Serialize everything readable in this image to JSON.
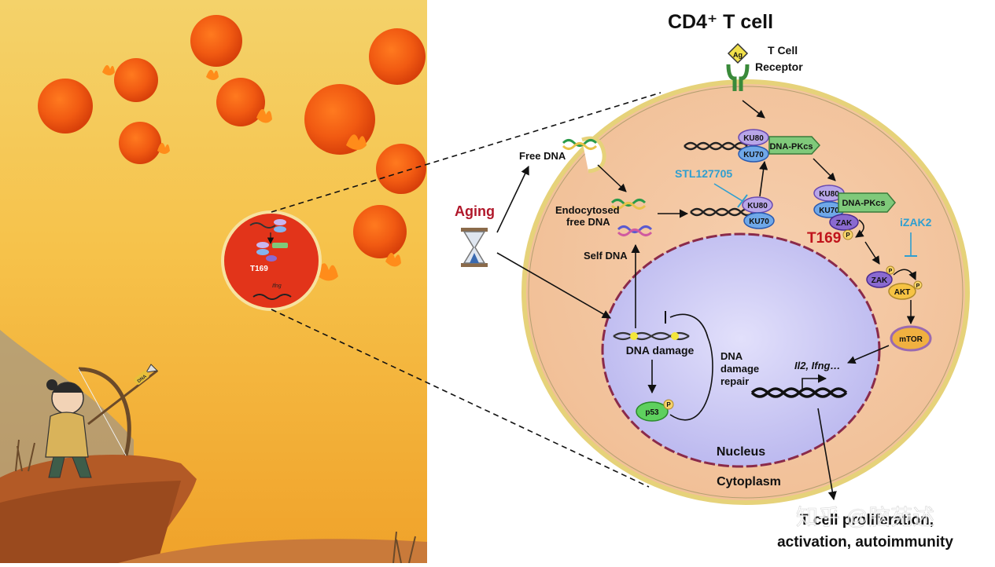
{
  "title": "CD4⁺ T cell",
  "receptor": {
    "ag_label": "Ag",
    "line1": "T Cell",
    "line2": "Receptor"
  },
  "aging_label": "Aging",
  "free_dna": "Free DNA",
  "endocytosed_line1": "Endocytosed",
  "endocytosed_line2": "free DNA",
  "self_dna": "Self DNA",
  "stl_inhibitor": "STL127705",
  "izak2_inhibitor": "iZAK2",
  "proteins": {
    "ku80": "KU80",
    "ku70": "KU70",
    "dnapkcs": "DNA-PKcs",
    "zak": "ZAK",
    "akt": "AKT",
    "mtor": "mTOR",
    "p53": "p53",
    "phospho": "P"
  },
  "t169": "T169",
  "dna_damage": "DNA damage",
  "repair_line1": "DNA",
  "repair_line2": "damage",
  "repair_line3": "repair",
  "genes": "Il2, Ifng…",
  "nucleus": "Nucleus",
  "cytoplasm": "Cytoplasm",
  "outcome_line1": "T cell proliferation,",
  "outcome_line2": "activation, autoimmunity",
  "watermark": "知乎 @脑苑述",
  "illustration": {
    "mini_t169": "T169",
    "mini_ifng": "Ifng",
    "arrow_tag": "DNA"
  },
  "colors": {
    "aging_red": "#b0172a",
    "t169_red": "#c0141c",
    "inhibitor_blue": "#2f9fd0",
    "cell_fill": "#f4c7a2",
    "nucleus_fill": "#cfcdf5",
    "ku80_fill": "#b8a6e8",
    "ku70_fill": "#6fa8e8",
    "dnapkcs_fill": "#7fc97a",
    "zak_fill": "#8a6ad0",
    "akt_fill": "#f6c343",
    "mtor_fill": "#f0b040",
    "p53_fill": "#5ed05e",
    "phospho_fill": "#f7d36a"
  },
  "icons": [
    "hourglass-icon",
    "t-cell-receptor-icon",
    "dna-helix-icon",
    "archer-illustration"
  ]
}
